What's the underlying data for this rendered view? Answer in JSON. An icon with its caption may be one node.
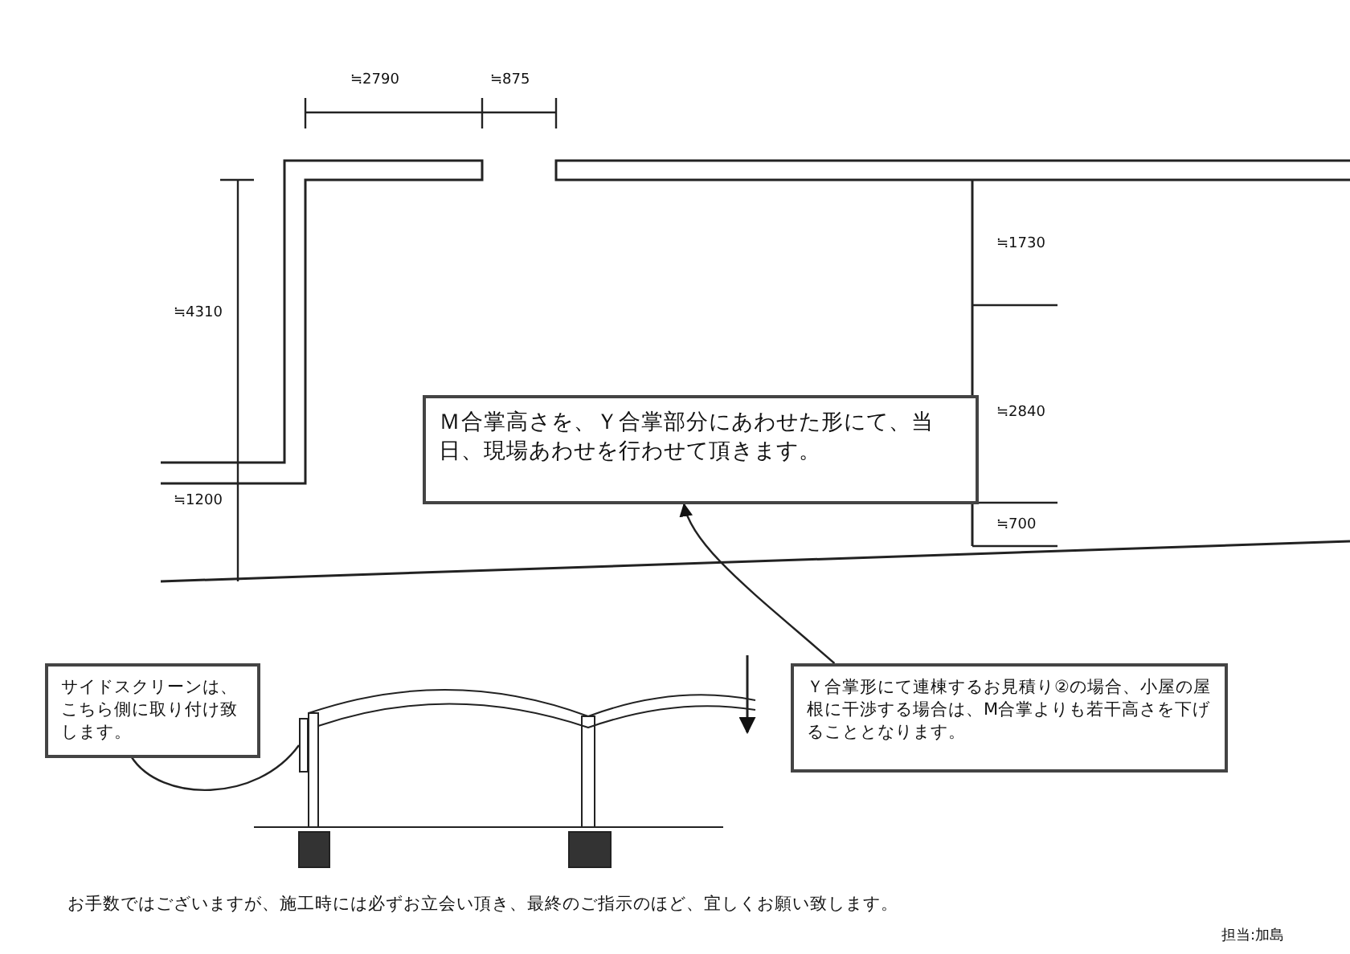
{
  "diagram": {
    "nodes": [
      {
        "text": [
          "Ｍ合掌高さを、Ｙ合掌部分にあわせた形にて、当日、現場あわせを行わせて頂きます。"
        ]
      },
      {
        "text": [
          "Ｙ合掌形にて連棟するお見積り②の場合、小屋の屋根に干渉する場合は、M合掌よりも若干高さを下げることとなります。"
        ]
      },
      {
        "text": [
          "サイドスクリーンは、こちら側に取り付け致します。"
        ]
      },
      {
        "text": [],
        "shape": "box"
      }
    ],
    "edges": [
      {
        "from": 1,
        "to": 0,
        "arrow": "to"
      },
      {
        "from": 2,
        "to": 3,
        "arrow": "none"
      }
    ],
    "labels": [
      "≒2790",
      "≒875",
      "≒1730",
      "≒4310",
      "≒2840",
      "≒1200",
      "≒700",
      "お手数ではございますが、施工時には必ずお立会い頂き、最終のご指示のほど、宜しくお願い致します。",
      "担当:加島"
    ]
  }
}
